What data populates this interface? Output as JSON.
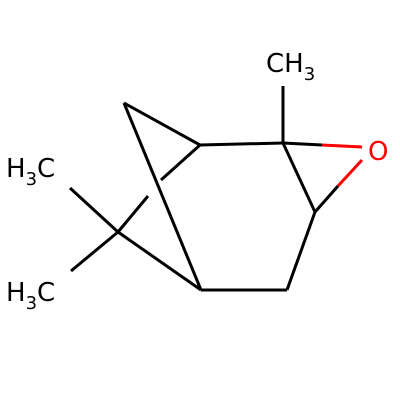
{
  "molecule": {
    "labels": {
      "methyl_top": {
        "main": "CH",
        "sub": "3"
      },
      "methyl_left_upper": {
        "main": "H",
        "sub": "3",
        "tail": "C"
      },
      "methyl_left_lower": {
        "main": "H",
        "sub": "3",
        "tail": "C"
      },
      "oxygen": "O"
    },
    "colors": {
      "bond": "#000000",
      "oxygen": "#ff0000"
    }
  }
}
